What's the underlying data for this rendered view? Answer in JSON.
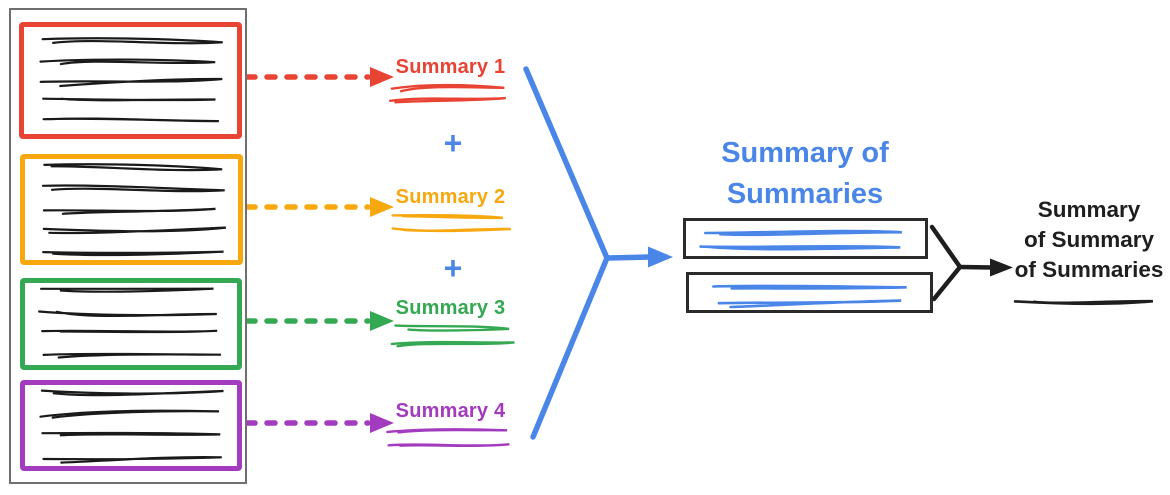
{
  "diagram": {
    "source_documents": [
      {
        "name": "document-1",
        "color": "#E94334",
        "line_count": 5
      },
      {
        "name": "document-2",
        "color": "#F8A80F",
        "line_count": 5
      },
      {
        "name": "document-3",
        "color": "#35A853",
        "line_count": 4
      },
      {
        "name": "document-4",
        "color": "#A33BBE",
        "line_count": 4
      }
    ],
    "summaries": [
      {
        "label": "Summary 1",
        "color": "#E94334"
      },
      {
        "label": "Summary 2",
        "color": "#F8A80F"
      },
      {
        "label": "Summary 3",
        "color": "#35A853"
      },
      {
        "label": "Summary 4",
        "color": "#A33BBE"
      }
    ],
    "plus": "+",
    "accent_blue": "#4A86E8",
    "combined": {
      "title_line1": "Summary of",
      "title_line2": "Summaries",
      "box_count": 2,
      "scribble_color": "#4A86E8"
    },
    "final": {
      "line1": "Summary",
      "line2": "of Summary",
      "line3": "of Summaries",
      "color": "#1e1e1e"
    }
  }
}
